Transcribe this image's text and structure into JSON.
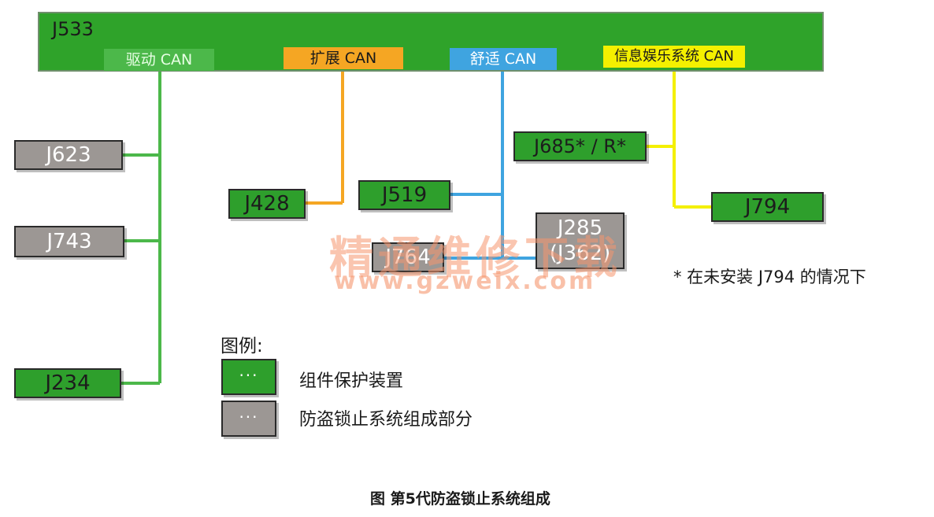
{
  "gateway": {
    "label": "J533"
  },
  "buses": {
    "drive": "驱动 CAN",
    "extension": "扩展 CAN",
    "comfort": "舒适 CAN",
    "infotainment": "信息娱乐系统 CAN"
  },
  "nodes": {
    "j623": "J623",
    "j743": "J743",
    "j234": "J234",
    "j428": "J428",
    "j519": "J519",
    "j764": "J764",
    "j285": "J285",
    "j362": "(J362)",
    "j685": "J685* / R*",
    "j794": "J794"
  },
  "note": "* 在未安装 J794 的情况下",
  "legend": {
    "title": "图例:",
    "swatch_text": "···",
    "protected_label": "组件保护装置",
    "immobilizer_label": "防盗锁止系统组成部分"
  },
  "caption": "图  第5代防盗锁止系统组成",
  "watermark": {
    "cn": "精通维修下载",
    "url": "www.gzweix.com"
  },
  "colors": {
    "drive_can": "#4cb84a",
    "extension_can": "#f5a623",
    "comfort_can": "#3fa4e0",
    "infotainment_can": "#f4f000",
    "protected_component": "#2e9f2c",
    "immobilizer_component": "#9c9794"
  }
}
